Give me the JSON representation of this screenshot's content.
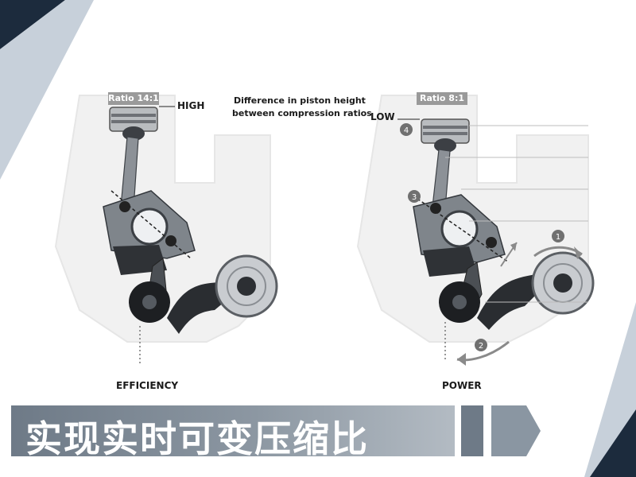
{
  "left_panel": {
    "ratio_label": "Ratio 14:1",
    "level_label": "HIGH",
    "mode_label": "EFFICIENCY"
  },
  "center_caption": {
    "line1": "Difference in piston height",
    "line2": "between compression ratios"
  },
  "right_panel": {
    "ratio_label": "Ratio 8:1",
    "level_label": "LOW",
    "mode_label": "POWER",
    "callouts": [
      "1",
      "2",
      "3",
      "4"
    ]
  },
  "banner": {
    "title": "实现实时可变压缩比"
  },
  "colors": {
    "corner_dark": "#1c2b3d",
    "corner_light": "#c7d0da",
    "banner_start": "#6e7a87",
    "ratio_box": "#9a9a9a",
    "arrow_gray": "#8a8a8a"
  }
}
